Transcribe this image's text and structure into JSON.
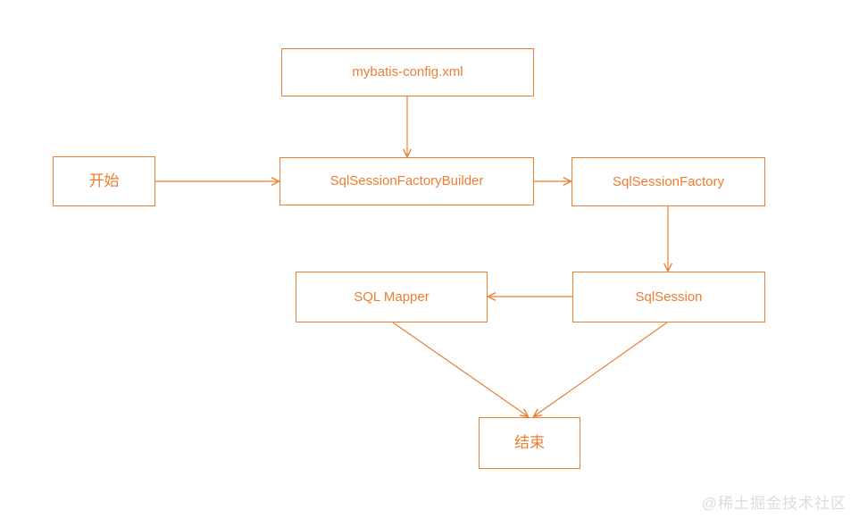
{
  "diagram": {
    "type": "flowchart",
    "subject": "MyBatis core workflow",
    "colors": {
      "accent": "#ED7D31",
      "watermark": "#DCDCDC",
      "background": "#FFFFFF"
    },
    "nodes": [
      {
        "id": "config",
        "label": "mybatis-config.xml"
      },
      {
        "id": "start",
        "label": "开始"
      },
      {
        "id": "builder",
        "label": "SqlSessionFactoryBuilder"
      },
      {
        "id": "factory",
        "label": "SqlSessionFactory"
      },
      {
        "id": "mapper",
        "label": "SQL Mapper"
      },
      {
        "id": "session",
        "label": "SqlSession"
      },
      {
        "id": "end",
        "label": "结束"
      }
    ],
    "edges": [
      {
        "from": "mybatis-config.xml",
        "to": "SqlSessionFactoryBuilder"
      },
      {
        "from": "开始",
        "to": "SqlSessionFactoryBuilder"
      },
      {
        "from": "SqlSessionFactoryBuilder",
        "to": "SqlSessionFactory"
      },
      {
        "from": "SqlSessionFactory",
        "to": "SqlSession"
      },
      {
        "from": "SqlSession",
        "to": "SQL Mapper"
      },
      {
        "from": "SQL Mapper",
        "to": "结束"
      },
      {
        "from": "SqlSession",
        "to": "结束"
      }
    ],
    "watermark": "@稀土掘金技术社区"
  }
}
